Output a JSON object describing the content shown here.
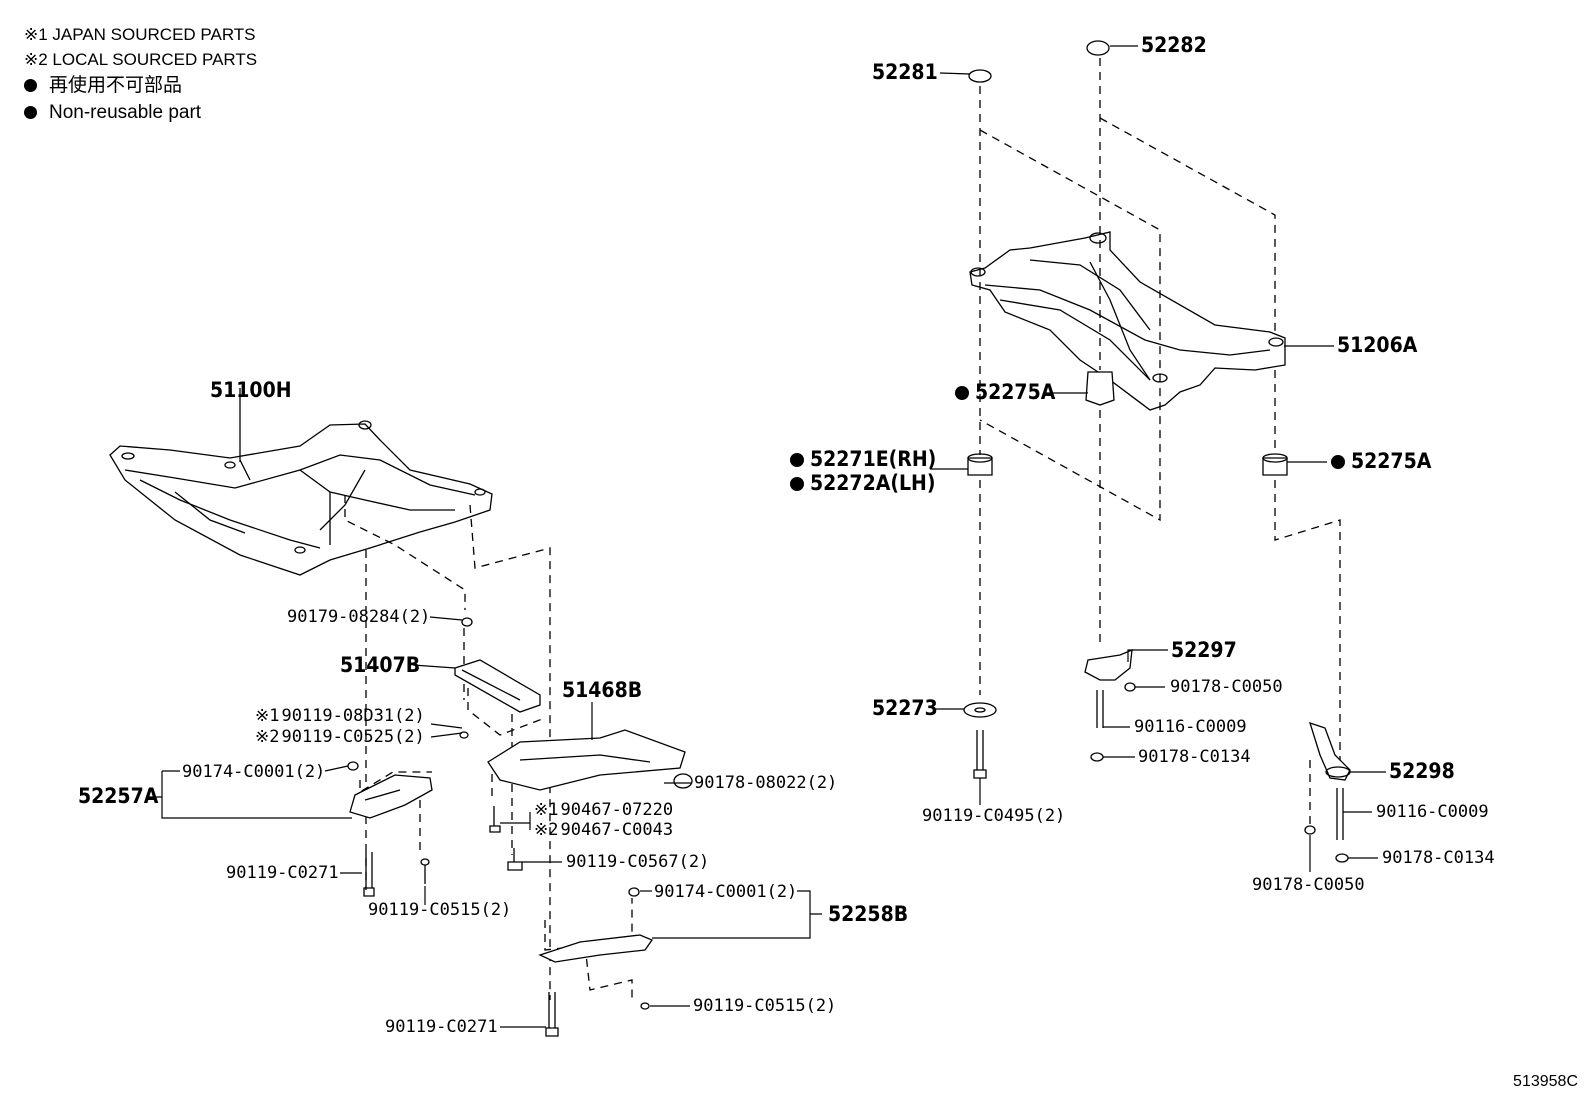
{
  "legend": {
    "japan": "※1 JAPAN SOURCED PARTS",
    "local": "※2 LOCAL SOURCED PARTS",
    "nonreuse_jp": "再使用不可部品",
    "nonreuse_en": "Non-reusable part"
  },
  "labels": {
    "p51100H": "51100H",
    "p90179_08284": "90179-08284(2)",
    "p51407B": "51407B",
    "p90119_08D31": "90119-08D31(2)",
    "p90119_C0525": "90119-C0525(2)",
    "p51468B": "51468B",
    "p90174_C0001_a": "90174-C0001(2)",
    "p52257A": "52257A",
    "p90178_08022": "90178-08022(2)",
    "p90467_07220": "90467-07220",
    "p90467_C0043": "90467-C0043",
    "p90119_C0567": "90119-C0567(2)",
    "p90119_C0271_a": "90119-C0271",
    "p90119_C0515_a": "90119-C0515(2)",
    "p90174_C0001_b": "90174-C0001(2)",
    "p52258B": "52258B",
    "p90119_C0515_b": "90119-C0515(2)",
    "p90119_C0271_b": "90119-C0271",
    "p52281": "52281",
    "p52282": "52282",
    "p51206A": "51206A",
    "p52275A_a": "52275A",
    "p52271E": "52271E(RH)",
    "p52272A": "52272A(LH)",
    "p52275A_b": "52275A",
    "p52297": "52297",
    "p90178_C0050_a": "90178-C0050",
    "p52273": "52273",
    "p90116_C0009_a": "90116-C0009",
    "p90178_C0134_a": "90178-C0134",
    "p52298": "52298",
    "p90119_C0495": "90119-C0495(2)",
    "p90116_C0009_b": "90116-C0009",
    "p90178_C0134_b": "90178-C0134",
    "p90178_C0050_b": "90178-C0050"
  },
  "markers": {
    "m1": "※1",
    "m2": "※2"
  },
  "diagram_code": "513958C"
}
